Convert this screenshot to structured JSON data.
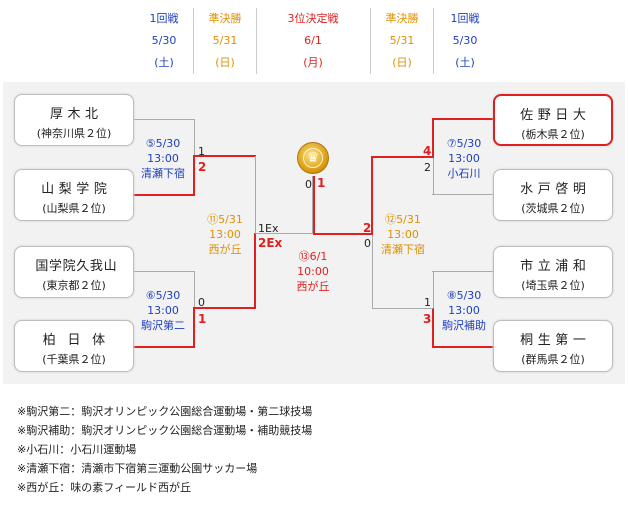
{
  "header": {
    "left": [
      {
        "round": "1回戦",
        "date": "5/30",
        "day": "(土)",
        "color": "#1e3fbf"
      },
      {
        "round": "準決勝",
        "date": "5/31",
        "day": "(日)",
        "color": "#e09000"
      }
    ],
    "center": {
      "round": "3位決定戦",
      "date": "6/1",
      "day": "(月)",
      "color": "#e02020"
    },
    "right": [
      {
        "round": "準決勝",
        "date": "5/31",
        "day": "(日)",
        "color": "#e09000"
      },
      {
        "round": "1回戦",
        "date": "5/30",
        "day": "(土)",
        "color": "#1e3fbf"
      }
    ]
  },
  "teams": {
    "atsugikita": {
      "name": "厚木北",
      "pref": "(神奈川県２位)",
      "winner": false
    },
    "yamanashigakuin": {
      "name": "山梨学院",
      "pref": "(山梨県２位)",
      "winner": false
    },
    "kokugakuinkugayama": {
      "name": "国学院久我山",
      "pref": "(東京都２位)",
      "winner": false
    },
    "kashiwanippon": {
      "name": "柏日体",
      "pref": "(千葉県２位)",
      "winner": false
    },
    "sanonichidai": {
      "name": "佐野日大",
      "pref": "(栃木県２位)",
      "winner": true
    },
    "mitokeimei": {
      "name": "水戸啓明",
      "pref": "(茨城県２位)",
      "winner": false
    },
    "ichiritsuurawa": {
      "name": "市立浦和",
      "pref": "(埼玉県２位)",
      "winner": false
    },
    "kiryudaiichi": {
      "name": "桐生第一",
      "pref": "(群馬県２位)",
      "winner": false
    }
  },
  "matches": {
    "m5": {
      "label": "⑤5/30",
      "time": "13:00",
      "venue": "清瀬下宿"
    },
    "m6": {
      "label": "⑥5/30",
      "time": "13:00",
      "venue": "駒沢第二"
    },
    "m7": {
      "label": "⑦5/30",
      "time": "13:00",
      "venue": "小石川"
    },
    "m8": {
      "label": "⑧5/30",
      "time": "13:00",
      "venue": "駒沢補助"
    },
    "m11": {
      "label": "⑪5/31",
      "time": "13:00",
      "venue": "西が丘"
    },
    "m12": {
      "label": "⑫5/31",
      "time": "13:00",
      "venue": "清瀬下宿"
    },
    "m13": {
      "label": "⑬6/1",
      "time": "10:00",
      "venue": "西が丘"
    }
  },
  "scores": {
    "atsugikita": "1",
    "yamanashigakuin": "2",
    "kokugakuinkugayama": "0",
    "kashiwanippon": "1",
    "sf_left_top": "1Ex",
    "sf_left_bottom": "2Ex",
    "sanonichidai": "4",
    "mitokeimei": "2",
    "ichiritsuurawa": "1",
    "kiryudaiichi": "3",
    "sf_right_top": "2",
    "sf_right_bottom": "0",
    "third_left": "0",
    "third_right": "1"
  },
  "notes": [
    "※駒沢第二：駒沢オリンピック公園総合運動場・第二球技場",
    "※駒沢補助：駒沢オリンピック公園総合運動場・補助競技場",
    "※小石川：小石川運動場",
    "※清瀬下宿：清瀬市下宿第三運動公園サッカー場",
    "※西が丘：味の素フィールド西が丘"
  ],
  "icons": {
    "trophy": "trophy-icon"
  },
  "colors": {
    "blue": "#1e3fbf",
    "orange": "#e09000",
    "red": "#e02020",
    "line": "#aaaaaa"
  }
}
